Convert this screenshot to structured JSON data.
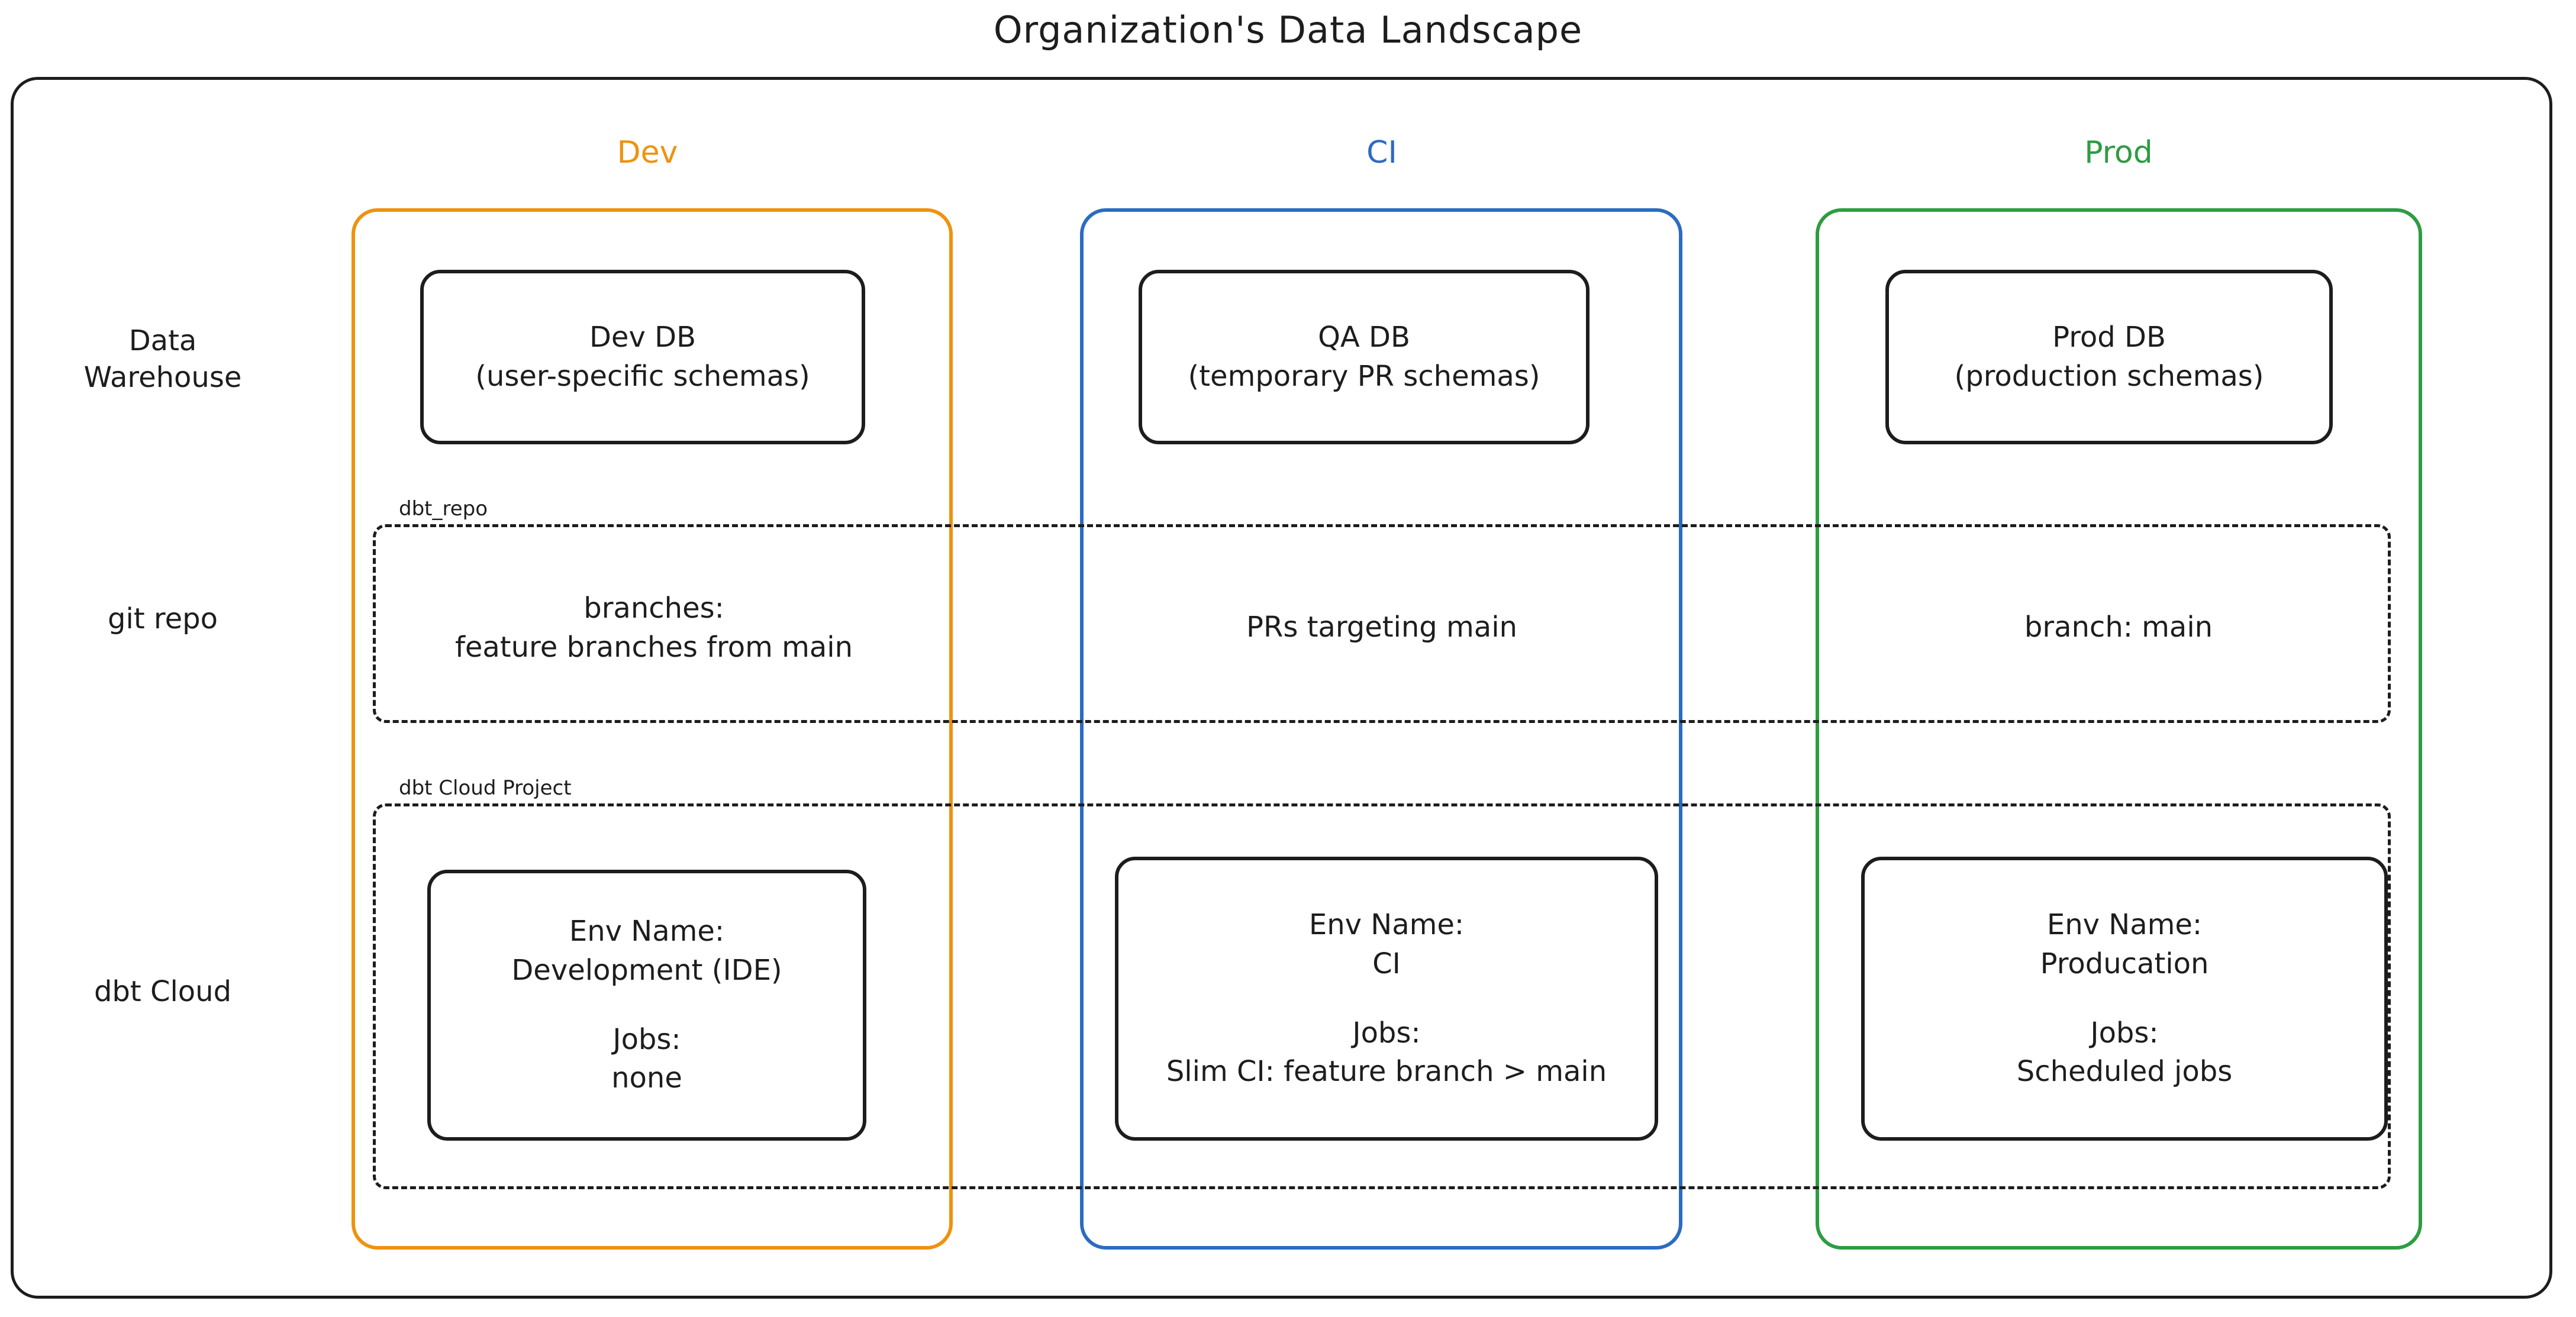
{
  "title": "Organization's Data Landscape",
  "row_labels": [
    {
      "id": "data-warehouse",
      "label": "Data\nWarehouse"
    },
    {
      "id": "git-repo",
      "label": "git repo"
    },
    {
      "id": "dbt-cloud",
      "label": "dbt Cloud"
    }
  ],
  "columns": [
    {
      "id": "dev",
      "header": "Dev",
      "color": "#ef920f"
    },
    {
      "id": "ci",
      "header": "CI",
      "color": "#2a6cc0"
    },
    {
      "id": "prod",
      "header": "Prod",
      "color": "#2e9c42"
    }
  ],
  "data_warehouse": {
    "dev": "Dev DB\n(user-specific schemas)",
    "ci": "QA DB\n(temporary PR schemas)",
    "prod": "Prod DB\n(production schemas)"
  },
  "git_repo": {
    "group_label": "dbt_repo",
    "dev": "branches:\nfeature branches from main",
    "ci": "PRs targeting main",
    "prod": "branch: main"
  },
  "dbt_cloud": {
    "group_label": "dbt Cloud Project",
    "dev": {
      "env": "Env Name:\nDevelopment (IDE)",
      "jobs": "Jobs:\nnone"
    },
    "ci": {
      "env": "Env Name:\nCI",
      "jobs": "Jobs:\nSlim CI: feature branch > main"
    },
    "prod": {
      "env": "Env Name:\nProducation",
      "jobs": "Jobs:\nScheduled jobs"
    }
  }
}
